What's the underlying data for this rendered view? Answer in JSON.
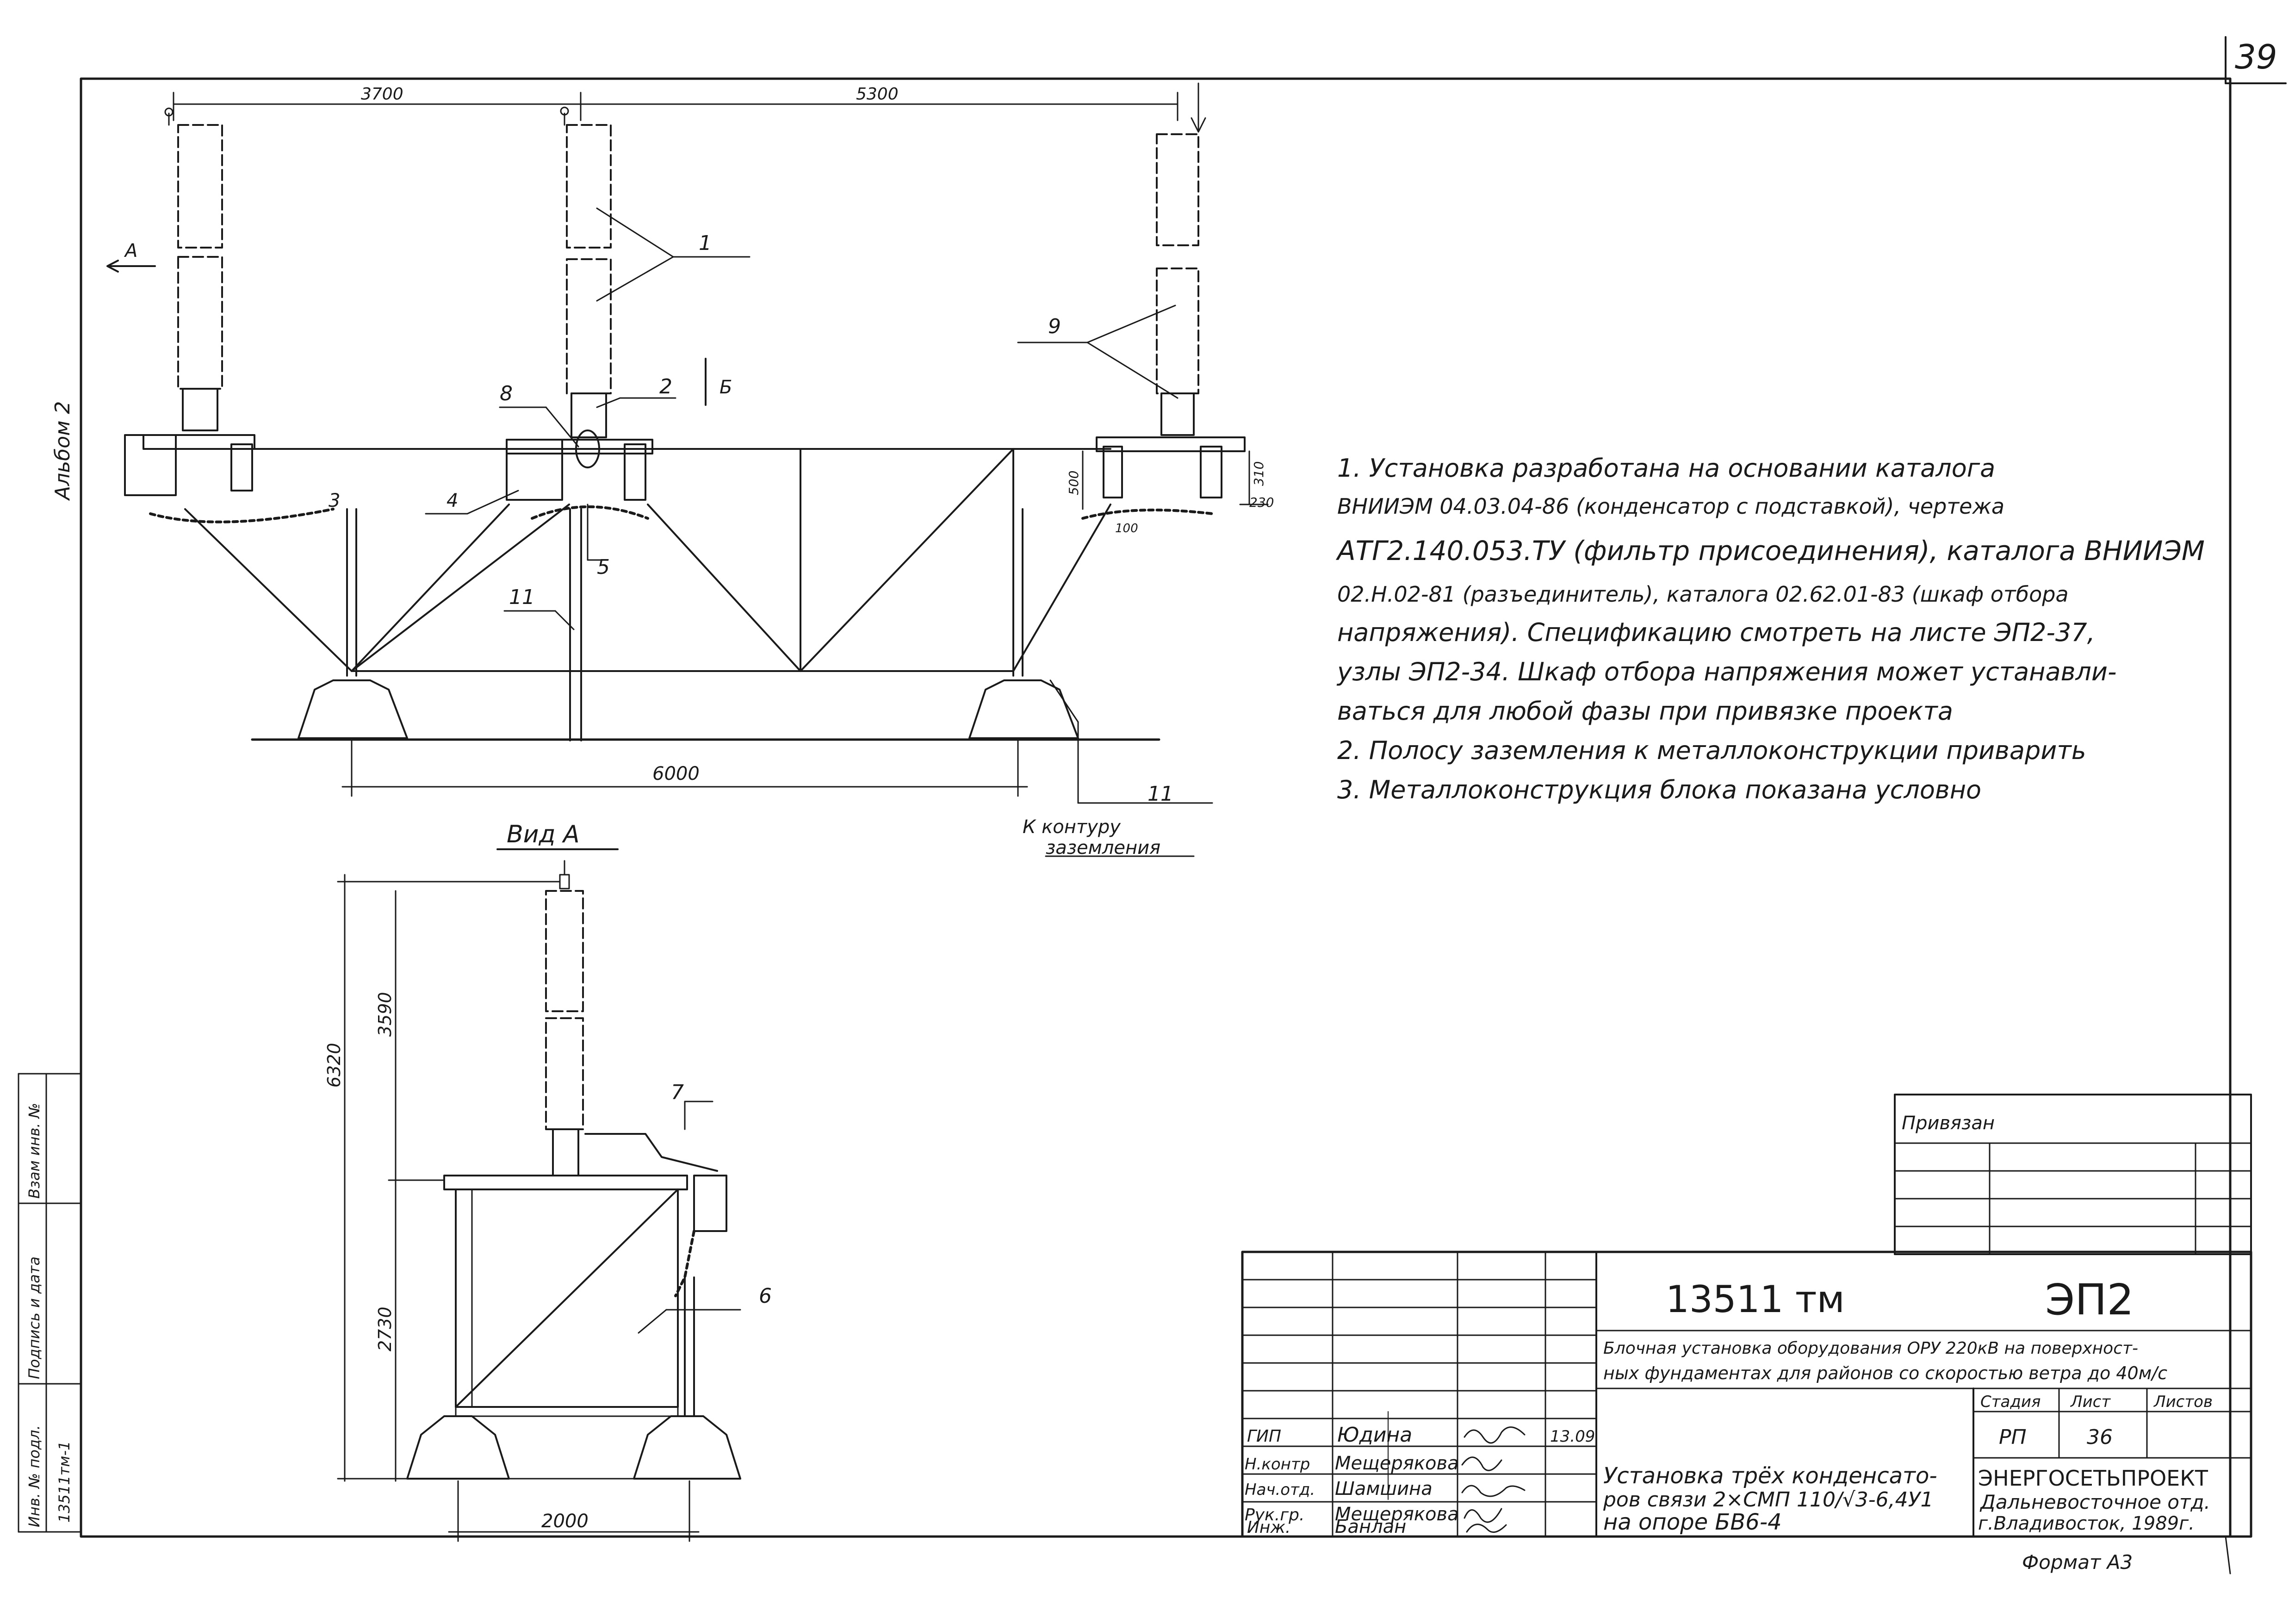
{
  "page_number": "39",
  "album_label": "Альбом 2",
  "dimensions": {
    "d3700": "3700",
    "d5300": "5300",
    "d6000": "6000",
    "d500": "500",
    "d310": "310",
    "d230": "230",
    "d100": "100",
    "d6320": "6320",
    "d3590": "3590",
    "d2730": "2730",
    "d2000": "2000"
  },
  "callouts": {
    "c1": "1",
    "c2": "2",
    "c3": "3",
    "c4": "4",
    "c5": "5",
    "c6": "6",
    "c7": "7",
    "c8": "8",
    "c9": "9",
    "c11a": "11",
    "c11b": "11"
  },
  "view_marks": {
    "arrow_a": "А",
    "arrow_b": "Б",
    "view_a_title": "Вид А"
  },
  "ground_note_1": "К контуру",
  "ground_note_2": "заземления",
  "notes": [
    "1. Установка разработана на основании каталога",
    "ВНИИЭМ 04.03.04-86 (конденсатор с подставкой), чертежа",
    "АТГ2.140.053.ТУ (фильтр присоединения), каталога ВНИИЭМ",
    "02.Н.02-81 (разъединитель), каталога 02.62.01-83 (шкаф отбора",
    "напряжения). Спецификацию смотреть на листе ЭП2-37,",
    "узлы ЭП2-34. Шкаф отбора напряжения может устанавли-",
    "ваться для любой фазы при привязке проекта",
    "2. Полосу заземления к металлоконструкции приварить",
    "3. Металлоконструкция блока показана условно"
  ],
  "privyazan_label": "Привязан",
  "left_margin": {
    "inv_podl": "Инв. № подл.",
    "podp_data": "Подпись и дата",
    "vzam_inv": "Взам инв. №",
    "inv_value": "13511тм-1"
  },
  "title_block": {
    "doc_code": "13511 тм",
    "sheet_code": "ЭП2",
    "project_title_1": "Блочная установка оборудования ОРУ 220кВ на поверхност-",
    "project_title_2": "ных фундаментах для районов со скоростью ветра до 40м/с",
    "stage_header": "Стадия",
    "sheet_header": "Лист",
    "sheets_header": "Листов",
    "stage_value": "РП",
    "sheet_value": "36",
    "drawing_title_1": "Установка трёх конденсато-",
    "drawing_title_2": "ров связи 2×СМП 110/√3-6,4У1",
    "drawing_title_3": "на опоре БВ6-4",
    "org_1": "ЭНЕРГОСЕТЬПРОЕКТ",
    "org_2": "Дальневосточное отд.",
    "org_3": "г.Владивосток, 1989г.",
    "signatures": [
      {
        "role": "ГИП",
        "name": "Юдина",
        "date": "13.09"
      },
      {
        "role": "Н.контр",
        "name": "Мещерякова",
        "date": ""
      },
      {
        "role": "Нач.отд.",
        "name": "Шамшина",
        "date": ""
      },
      {
        "role": "Рук.гр.",
        "name": "Мещерякова",
        "date": ""
      },
      {
        "role": "Инж.",
        "name": "Банлан",
        "date": ""
      }
    ]
  },
  "format_label": "Формат А3"
}
